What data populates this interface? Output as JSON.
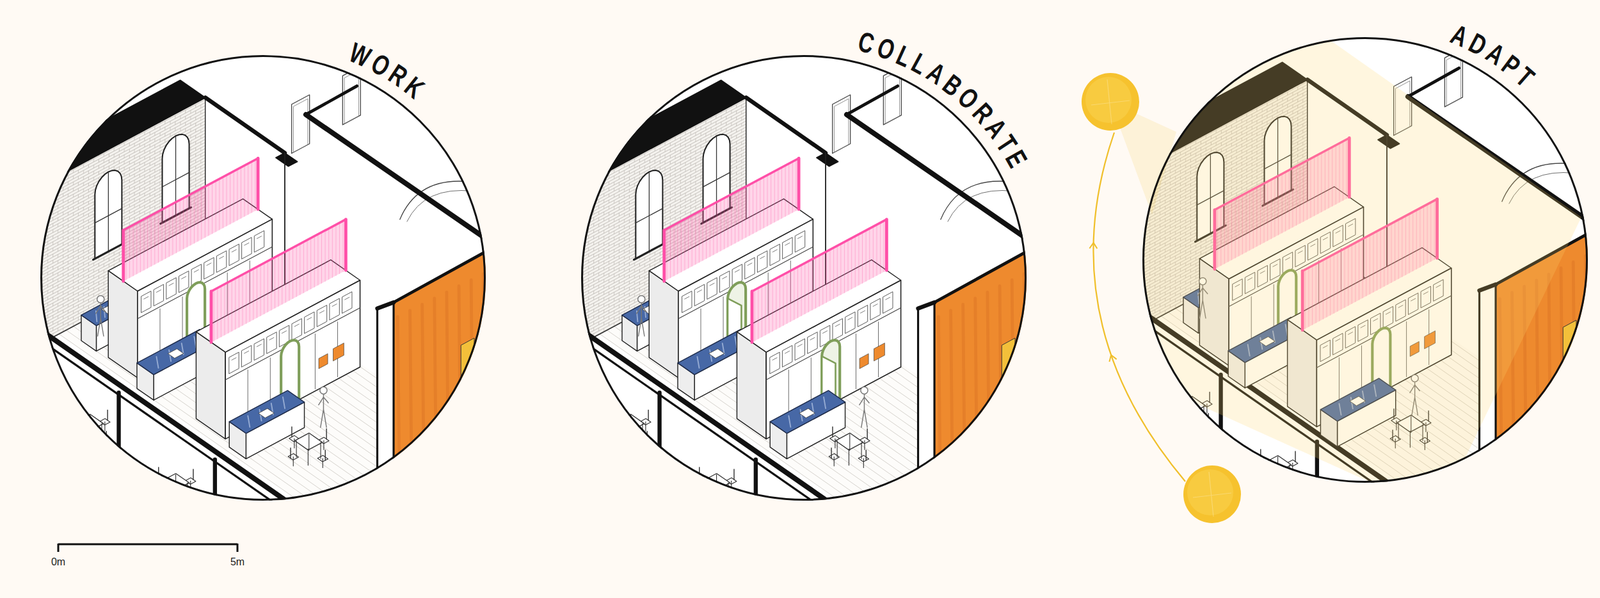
{
  "diagram": {
    "nodes": [
      {
        "text": [
          "WORK"
        ]
      },
      {
        "text": [
          "COLLABORATE"
        ]
      },
      {
        "text": [
          "ADAPT"
        ]
      }
    ],
    "labels": [
      "0m",
      "5m"
    ]
  }
}
